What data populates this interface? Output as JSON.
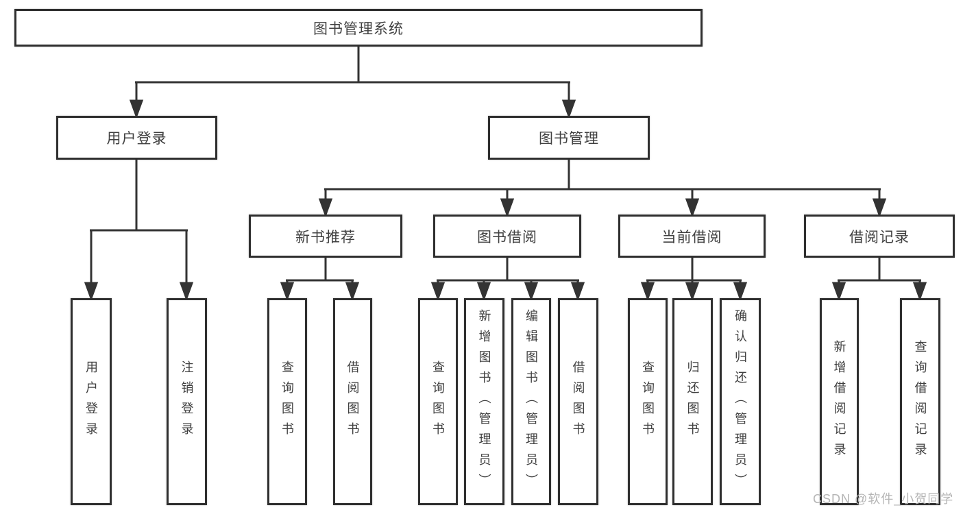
{
  "diagram": {
    "root": {
      "label": "图书管理系统"
    },
    "level2": [
      {
        "label": "用户登录"
      },
      {
        "label": "图书管理"
      }
    ],
    "level3": [
      {
        "label": "新书推荐"
      },
      {
        "label": "图书借阅"
      },
      {
        "label": "当前借阅"
      },
      {
        "label": "借阅记录"
      }
    ],
    "leaves": [
      {
        "label": "用户登录"
      },
      {
        "label": "注销登录"
      },
      {
        "label": "查询图书"
      },
      {
        "label": "借阅图书"
      },
      {
        "label": "查询图书"
      },
      {
        "label": "新增图书（管理员）"
      },
      {
        "label": "编辑图书（管理员）"
      },
      {
        "label": "借阅图书"
      },
      {
        "label": "查询图书"
      },
      {
        "label": "归还图书"
      },
      {
        "label": "确认归还（管理员）"
      },
      {
        "label": "新增借阅记录"
      },
      {
        "label": "查询借阅记录"
      }
    ]
  },
  "watermark": {
    "text": "CSDN @软件_小贺同学"
  },
  "colors": {
    "line": "#333333",
    "border": "#2f2f2f",
    "text": "#404040",
    "background": "#ffffff",
    "watermark": "#b5b5b5"
  }
}
